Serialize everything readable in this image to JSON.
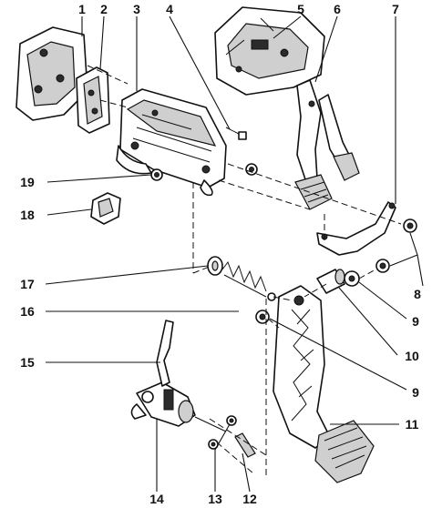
{
  "labels": [
    {
      "id": "1",
      "text": "1"
    },
    {
      "id": "2",
      "text": "2"
    },
    {
      "id": "3",
      "text": "3"
    },
    {
      "id": "4",
      "text": "4"
    },
    {
      "id": "5",
      "text": "5"
    },
    {
      "id": "6",
      "text": "6"
    },
    {
      "id": "7",
      "text": "7"
    },
    {
      "id": "8",
      "text": "8"
    },
    {
      "id": "9a",
      "text": "9"
    },
    {
      "id": "10",
      "text": "10"
    },
    {
      "id": "9b",
      "text": "9"
    },
    {
      "id": "11",
      "text": "11"
    },
    {
      "id": "12",
      "text": "12"
    },
    {
      "id": "13",
      "text": "13"
    },
    {
      "id": "14",
      "text": "14"
    },
    {
      "id": "15",
      "text": "15"
    },
    {
      "id": "16",
      "text": "16"
    },
    {
      "id": "17",
      "text": "17"
    },
    {
      "id": "18",
      "text": "18"
    },
    {
      "id": "19",
      "text": "19"
    }
  ]
}
